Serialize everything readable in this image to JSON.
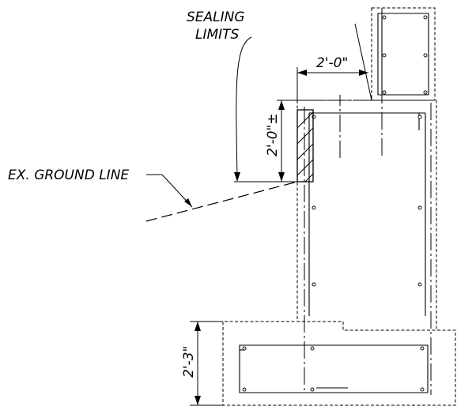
{
  "labels": {
    "sealing_line1": "SEALING",
    "sealing_line2": "LIMITS",
    "dim_horizontal": "2'-0\"",
    "dim_vertical": "2'-0\"±",
    "ground_line": "EX. GROUND LINE",
    "dim_footing": "2'-3\""
  }
}
